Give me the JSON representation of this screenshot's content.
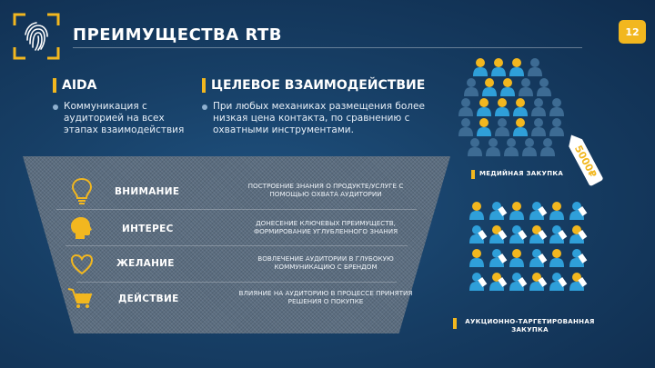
{
  "header": {
    "title": "ПРЕИМУЩЕСТВА RTB",
    "page_number": "12"
  },
  "left": {
    "title": "AIDA",
    "bullet": "Коммуникация с аудиторией на всех этапах взаимодействия"
  },
  "right": {
    "title": "ЦЕЛЕВОЕ ВЗАИМОДЕЙСТВИЕ",
    "bullet": "При любых механиках размещения более низкая цена контакта, по сравнению с охватными инструментами."
  },
  "stages": [
    {
      "label": "ВНИМАНИЕ",
      "desc": "ПОСТРОЕНИЕ ЗНАНИЯ О ПРОДУКТЕ/УСЛУГЕ С ПОМОЩЬЮ ОХВАТА АУДИТОРИИ",
      "icon": "lightbulb-icon"
    },
    {
      "label": "ИНТЕРЕС",
      "desc": "ДОНЕСЕНИЕ КЛЮЧЕВЫХ ПРЕИМУЩЕСТВ, ФОРМИРОВАНИЕ УГЛУБЛЕННОГО ЗНАНИЯ",
      "icon": "brain-icon"
    },
    {
      "label": "ЖЕЛАНИЕ",
      "desc": "ВОВЛЕЧЕНИЕ АУДИТОРИИ В ГЛУБОКУЮ КОММУНИКАЦИЮ С БРЕНДОМ",
      "icon": "heart-icon"
    },
    {
      "label": "ДЕЙСТВИЕ",
      "desc": "ВЛИЯНИЕ НА АУДИТОРИЮ В ПРОЦЕССЕ ПРИНЯТИЯ РЕШЕНИЯ О ПОКУПКЕ",
      "icon": "cart-icon"
    }
  ],
  "media": {
    "price_tag": "5000₽",
    "label": "МЕДИЙНАЯ ЗАКУПКА"
  },
  "auction": {
    "label": "АУКЦИОННО-ТАРГЕТИРОВАННАЯ ЗАКУПКА"
  },
  "colors": {
    "accent": "#f2b71f",
    "person_yellow": "#f2b71f",
    "person_blue": "#2f9fd9",
    "person_dim": "#3d6b93",
    "tag": "#ffffff"
  }
}
